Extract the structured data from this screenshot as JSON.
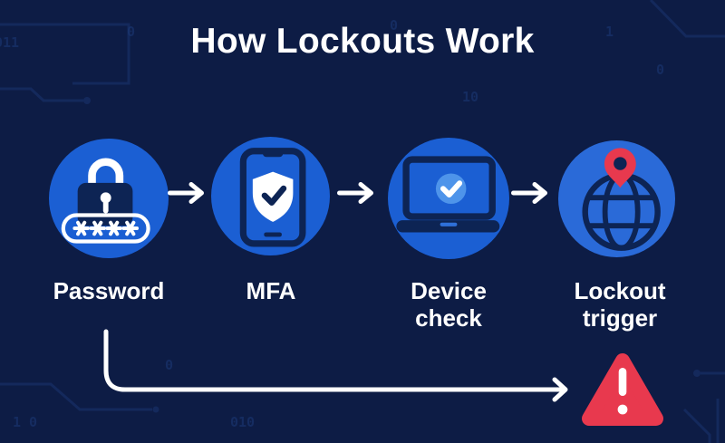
{
  "title": "How Lockouts Work",
  "steps": [
    {
      "id": "password",
      "label": "Password",
      "icon": "padlock-password-icon"
    },
    {
      "id": "mfa",
      "label": "MFA",
      "icon": "phone-shield-check-icon"
    },
    {
      "id": "device-check",
      "label": "Device check",
      "icon": "laptop-check-icon"
    },
    {
      "id": "lockout-trigger",
      "label": "Lockout trigger",
      "icon": "globe-location-pin-icon"
    }
  ],
  "password_mask": "****",
  "flow": {
    "forward_arrows": 3,
    "bypass": {
      "from": "password",
      "to": "warning-triangle"
    }
  },
  "alert": {
    "icon": "warning-triangle-icon",
    "symbol": "!"
  },
  "background_digits": [
    "011",
    "0",
    "0",
    "10",
    "0",
    "1",
    "0",
    "1 0",
    "010"
  ],
  "colors": {
    "background": "#0d1c45",
    "circle_blue": "#1b5fd3",
    "circle_blue_light": "#2a6ad8",
    "icon_navy": "#0d2454",
    "screen_blue": "#2e70d9",
    "check_circle_blue": "#4e94ea",
    "globe_blue": "#3f85df",
    "alert_red": "#e8394e",
    "white": "#ffffff",
    "circuit_trace": "#1d3a78"
  }
}
